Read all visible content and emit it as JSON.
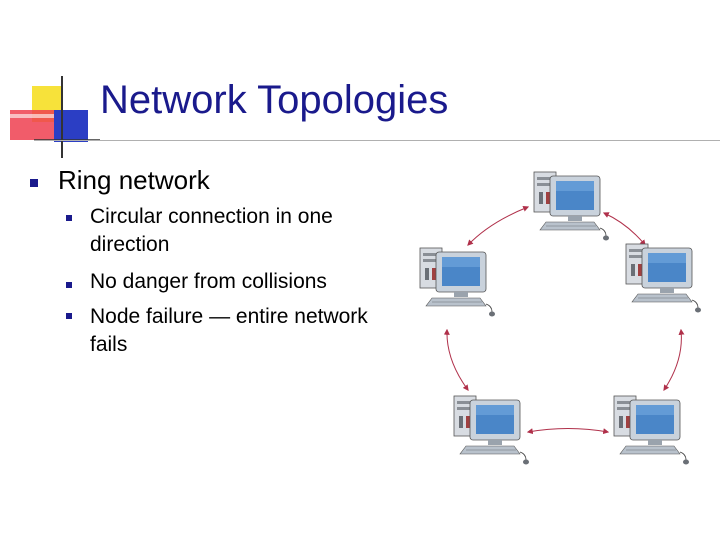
{
  "slide": {
    "title": "Network Topologies",
    "bullet": "Ring network",
    "sub_bullets": [
      "Circular connection in one direction",
      "No danger from collisions",
      "Node failure — entire network fails"
    ]
  },
  "colors": {
    "title": "#1a1a8c",
    "bullet": "#1a1a8c",
    "arrow": "#b0304a",
    "logo_yellow": "#f7e23a",
    "logo_red": "#ee4050",
    "logo_blue": "#2b3ec4",
    "monitor_screen": "#4a86c8",
    "monitor_body": "#c9d2dc"
  },
  "icons": {
    "bullets": "square-bullet-icon",
    "nodes": "computer-icon",
    "links": "curved-arrow-icon"
  }
}
